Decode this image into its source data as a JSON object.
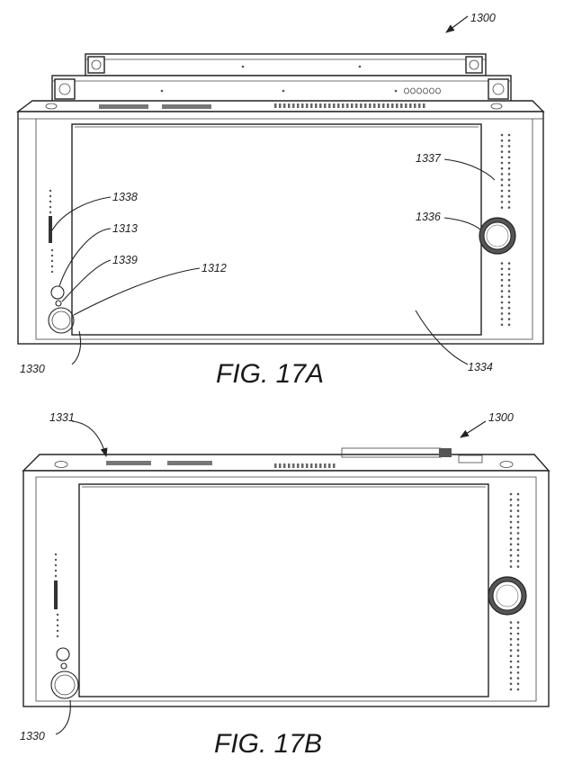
{
  "figure_a": {
    "caption": "FIG. 17A",
    "labels": {
      "device": "1300",
      "indicator_bar": "1338",
      "small_button": "1313",
      "led": "1339",
      "power_button": "1312",
      "dot_grille": "1337",
      "rotary_knob": "1336",
      "housing": "1330",
      "screen": "1334"
    }
  },
  "figure_b": {
    "caption": "FIG. 17B",
    "labels": {
      "top_edge": "1331",
      "device": "1300",
      "housing": "1330"
    }
  }
}
